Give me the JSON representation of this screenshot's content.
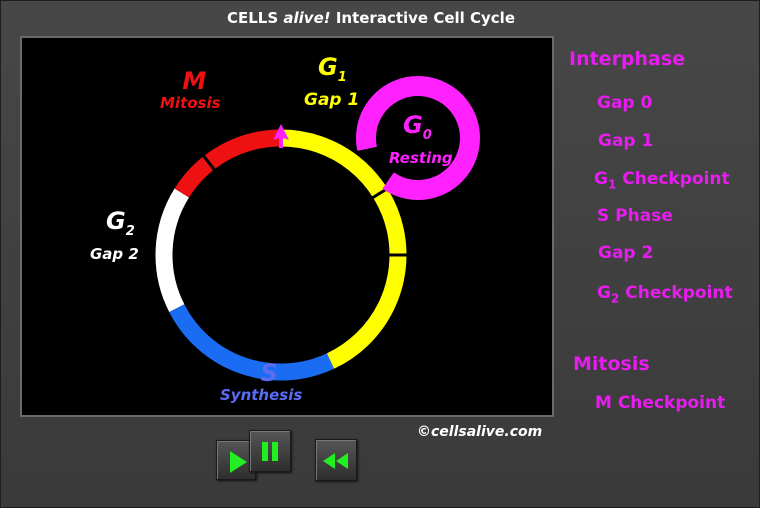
{
  "window": {
    "title_prefix": "CELLS ",
    "title_alive": "alive!",
    "title_suffix": " Interactive Cell Cycle"
  },
  "diagram": {
    "phases": [
      {
        "key": "m",
        "letter": "M",
        "sub": "",
        "name": "Mitosis",
        "color": "#ee1111"
      },
      {
        "key": "g1",
        "letter": "G",
        "sub": "1",
        "name": "Gap 1",
        "color": "#ffff00"
      },
      {
        "key": "g0",
        "letter": "G",
        "sub": "0",
        "name": "Resting",
        "color": "#ff22ff"
      },
      {
        "key": "g2",
        "letter": "G",
        "sub": "2",
        "name": "Gap 2",
        "color": "#ffffff"
      },
      {
        "key": "s",
        "letter": "S",
        "sub": "",
        "name": "Synthesis",
        "color": "#1a6cf2"
      }
    ],
    "marker_color": "#ff22ff"
  },
  "sidebar": {
    "interphase_label": "Interphase",
    "mitosis_label": "Mitosis",
    "items": [
      {
        "label": "Gap 0"
      },
      {
        "label": "Gap 1"
      },
      {
        "prefix": "G",
        "sub": "1",
        "label": " Checkpoint"
      },
      {
        "label": "S Phase"
      },
      {
        "label": "Gap 2"
      },
      {
        "prefix": "G",
        "sub": "2",
        "label": " Checkpoint"
      },
      {
        "label": "M Checkpoint"
      }
    ]
  },
  "footer": {
    "copyright": "©cellsalive.com"
  },
  "controls": {
    "play_icon": "play-icon",
    "pause_icon": "pause-icon",
    "rewind_icon": "rewind-icon",
    "icon_color": "#22ee22"
  }
}
